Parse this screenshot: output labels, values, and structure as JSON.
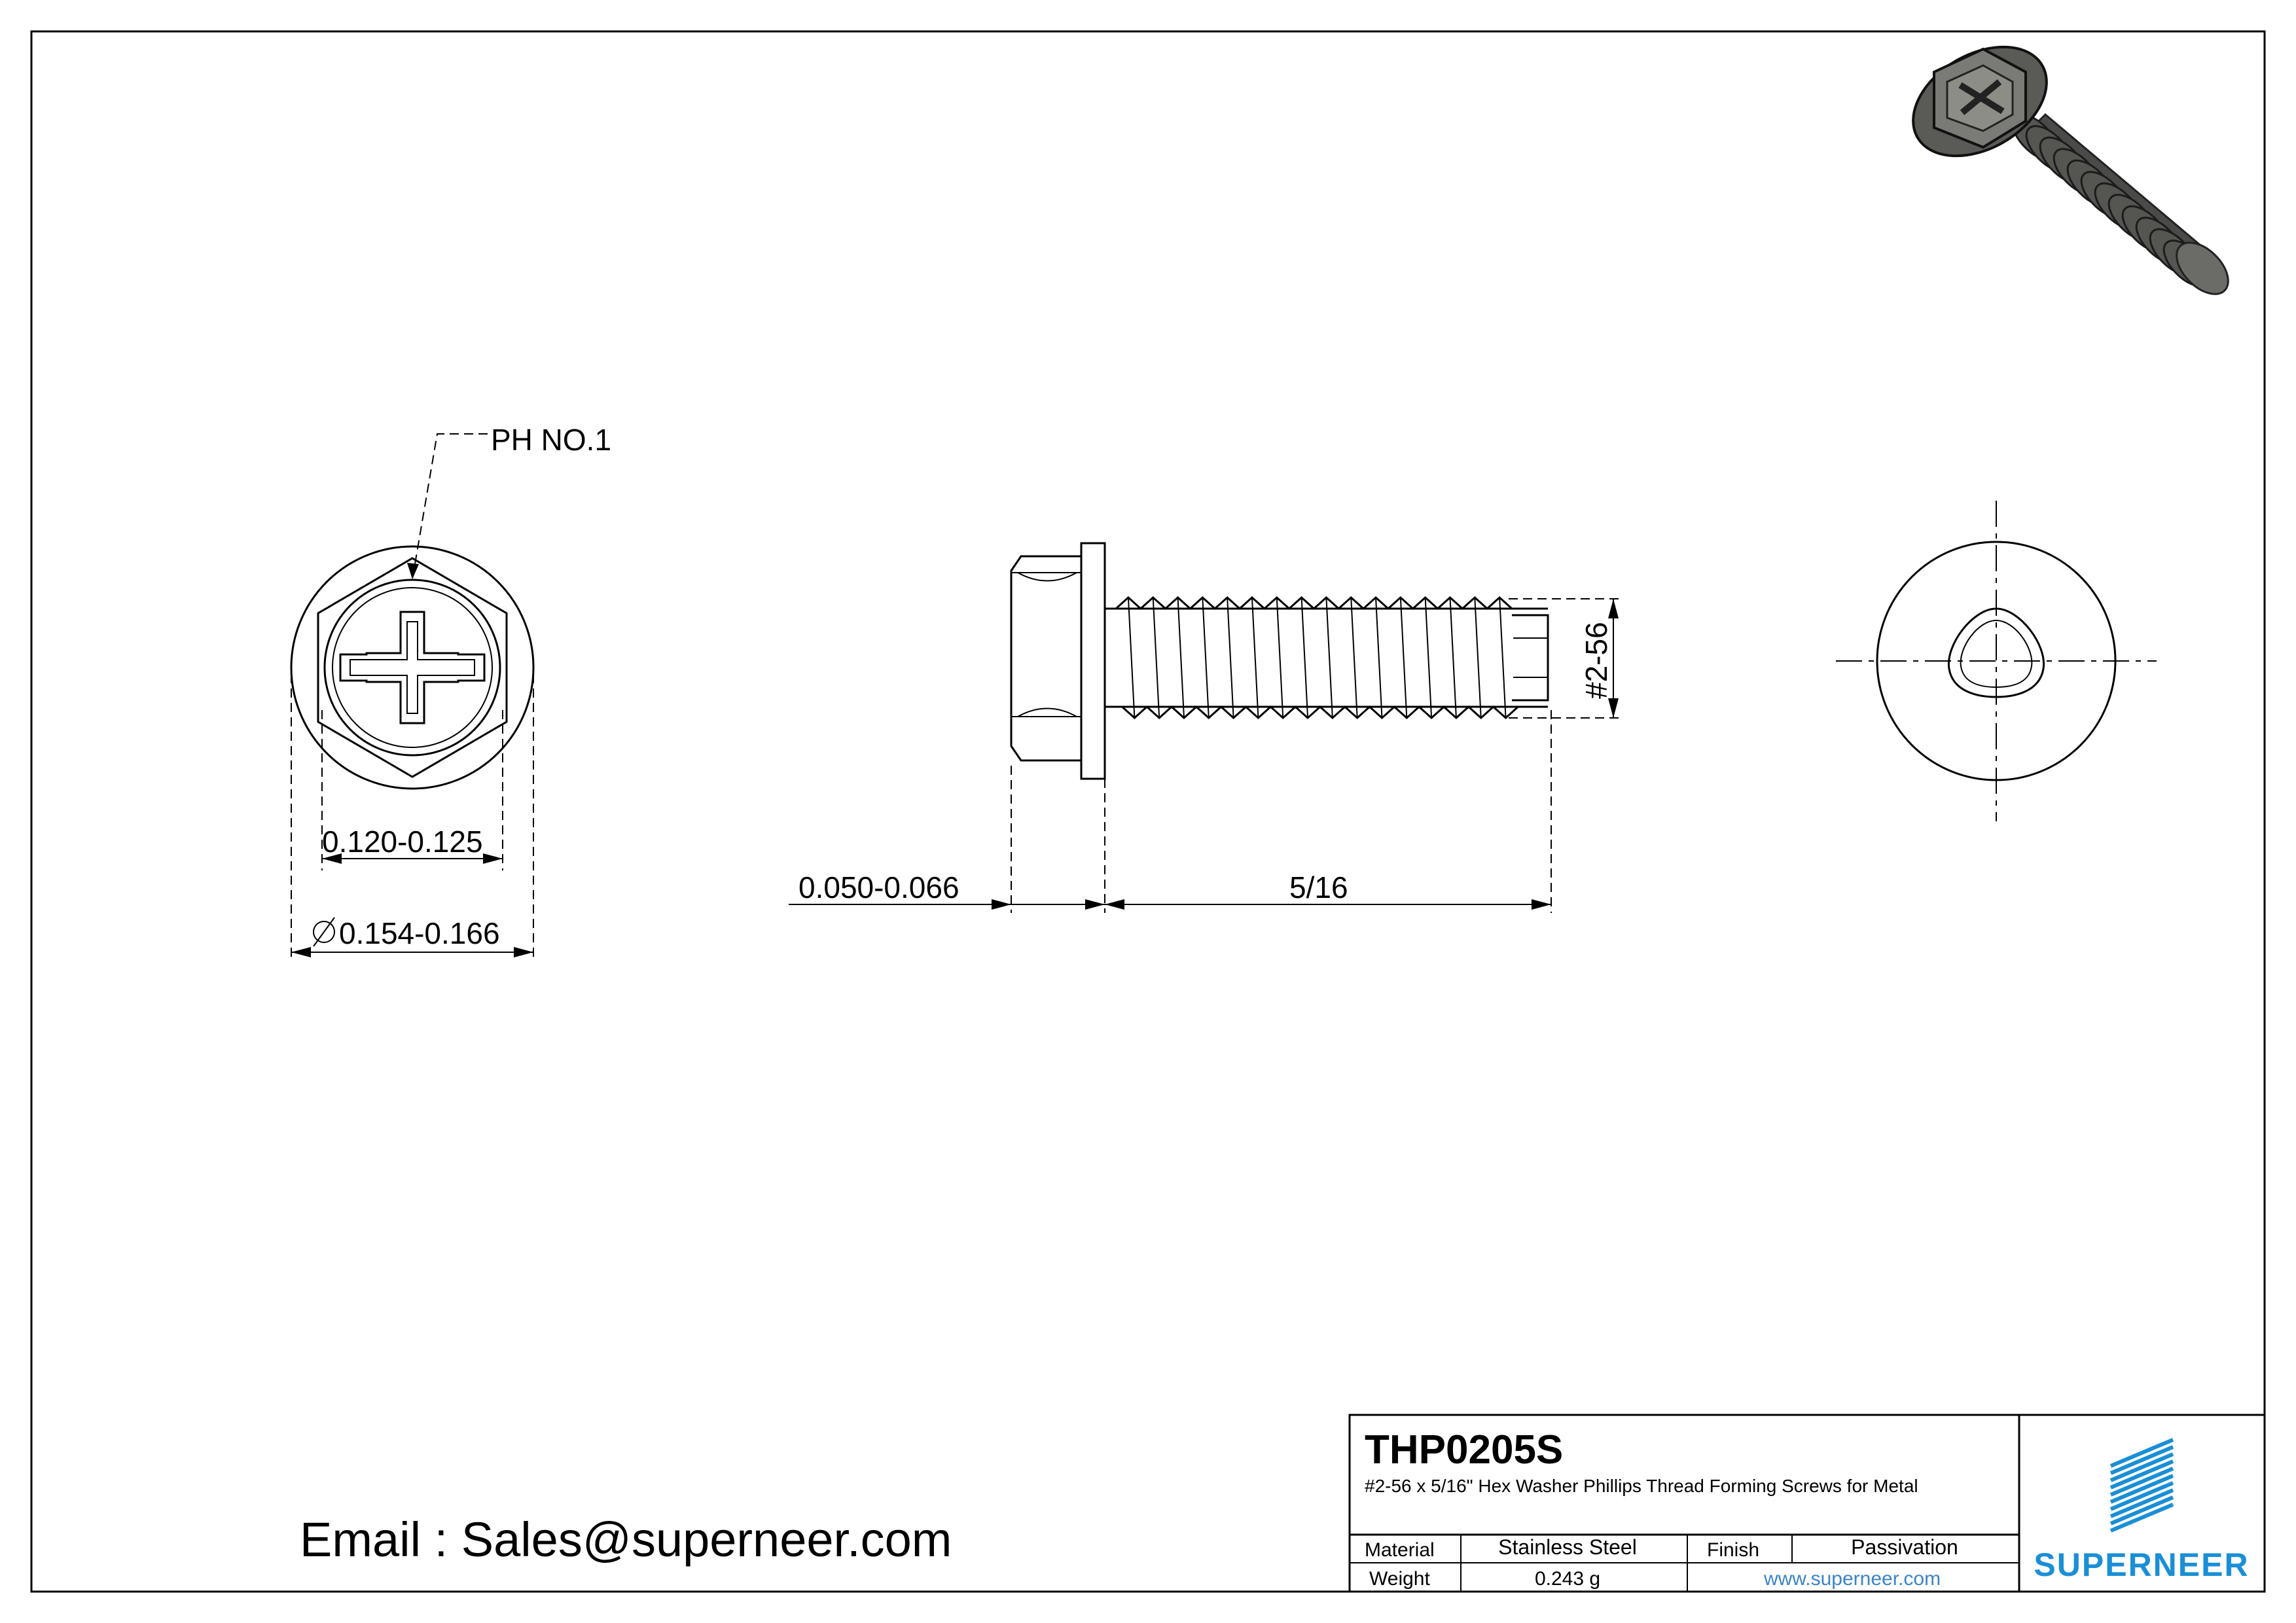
{
  "front_view": {
    "callout": "PH NO.1",
    "dim_across_flats": "0.120-0.125",
    "dim_washer_diameter": "0.154-0.166"
  },
  "side_view": {
    "dim_washer_thickness": "0.050-0.066",
    "dim_length": "5/16",
    "dim_thread": "#2-56"
  },
  "contact": {
    "email_line": "Email : Sales@superneer.com"
  },
  "title_block": {
    "part_number": "THP0205S",
    "description": "#2-56 x 5/16\" Hex Washer Phillips Thread Forming Screws for Metal",
    "material_label": "Material",
    "material_value": "Stainless Steel",
    "finish_label": "Finish",
    "finish_value": "Passivation",
    "weight_label": "Weight",
    "weight_value": "0.243 g",
    "website": "www.superneer.com",
    "brand": "SUPERNEER",
    "brand_color": "#1a8fd6"
  }
}
